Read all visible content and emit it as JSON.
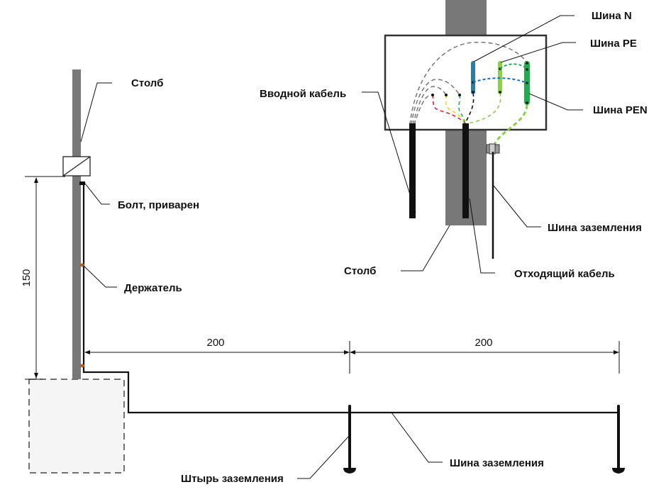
{
  "labels": {
    "pole_left": "Столб",
    "bolt": "Болт, приварен",
    "holder": "Держатель",
    "ground_rod": "Штырь заземления",
    "ground_bus_bottom": "Шина заземления",
    "input_cable": "Вводной кабель",
    "bus_n": "Шина N",
    "bus_pe": "Шина PE",
    "bus_pen": "Шина PEN",
    "ground_bus_right": "Шина заземления",
    "pole_right": "Столб",
    "output_cable": "Отходящий кабель"
  },
  "dimensions": {
    "vertical": "150",
    "horizontal_1": "200",
    "horizontal_2": "200"
  },
  "colors": {
    "pole": "#787878",
    "bus_n": "#2e7d9a",
    "bus_pe": "#8bd04a",
    "bus_pen": "#1fae4e",
    "wire_red": "#e02020",
    "wire_yellow": "#f0d020",
    "wire_green": "#1fae4e",
    "wire_gray": "#777777",
    "holder": "#b06020",
    "foundation": "#f5f5f5"
  }
}
